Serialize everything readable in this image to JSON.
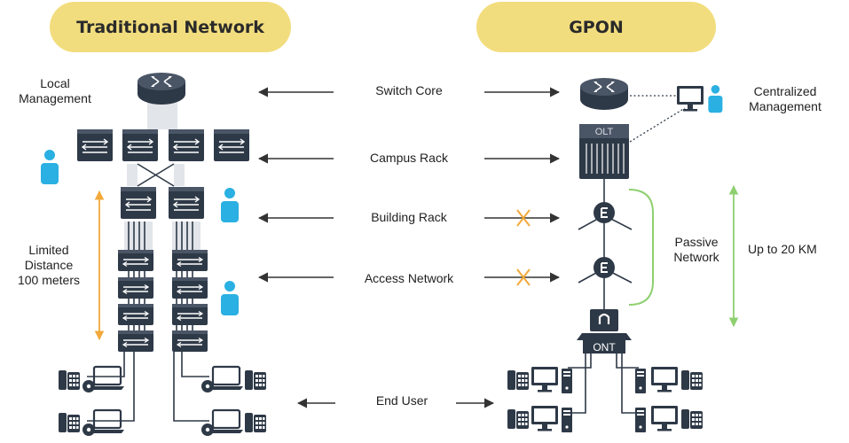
{
  "headers": {
    "traditional": "Traditional Network",
    "gpon": "GPON"
  },
  "labels": {
    "local_management": "Local\nManagement",
    "limited_distance": "Limited\nDistance\n100 meters",
    "centralized_management": "Centralized\nManagement",
    "passive_network": "Passive\nNetwork",
    "up_to": "Up to 20 KM",
    "olt": "OLT",
    "ont": "ONT"
  },
  "layers": [
    {
      "name": "Switch Core"
    },
    {
      "name": "Campus Rack"
    },
    {
      "name": "Building Rack"
    },
    {
      "name": "Access Network"
    },
    {
      "name": "End User"
    }
  ],
  "colors": {
    "pill": "#f2dd7e",
    "device": "#2e3947",
    "person": "#2ab0e2",
    "fiber_bracket": "#8ed070",
    "distance_arrow": "#8ed070",
    "orange_arrow": "#f2a93a",
    "cross": "#f2a93a",
    "arrow": "#333333"
  },
  "icons": [
    "router-icon",
    "switch-icon",
    "person-icon",
    "monitor-icon",
    "splitter-icon",
    "olt-icon",
    "ont-icon",
    "phone-icon",
    "laptop-icon",
    "desktop-icon",
    "cross-icon"
  ]
}
